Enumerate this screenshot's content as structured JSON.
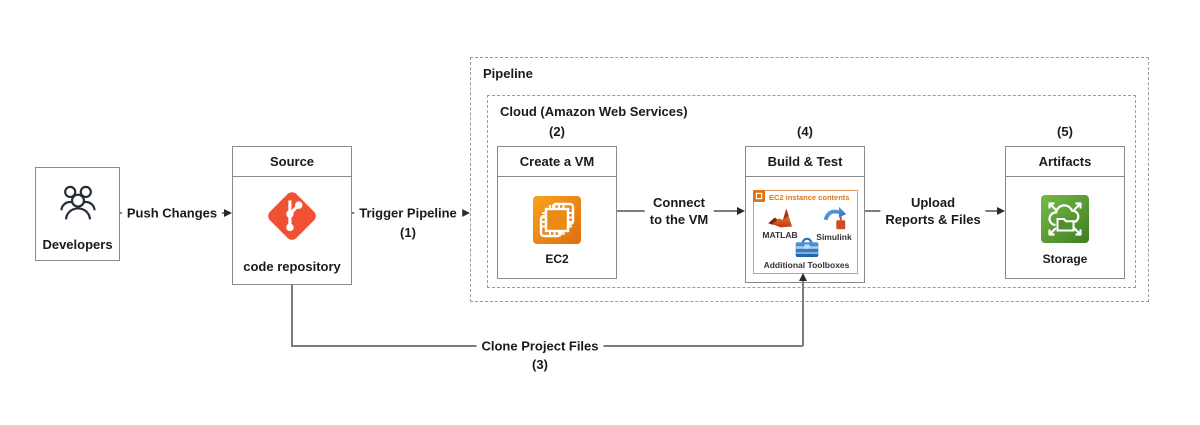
{
  "nodes": {
    "developers": {
      "label": "Developers"
    },
    "source": {
      "header": "Source",
      "label": "code repository"
    },
    "pipeline": {
      "label": "Pipeline"
    },
    "cloud": {
      "label": "Cloud (Amazon Web Services)"
    },
    "create_vm": {
      "step": "(2)",
      "header": "Create a VM",
      "icon_label": "EC2"
    },
    "build_test": {
      "step": "(4)",
      "header": "Build & Test",
      "contents_label": "EC2 instance contents",
      "items": [
        {
          "label": "MATLAB"
        },
        {
          "label": "Simulink"
        },
        {
          "label": "Additional Toolboxes"
        }
      ]
    },
    "artifacts": {
      "step": "(5)",
      "header": "Artifacts",
      "icon_label": "Storage"
    }
  },
  "edges": {
    "push_changes": {
      "label": "Push Changes"
    },
    "trigger_pipeline": {
      "label": "Trigger Pipeline",
      "step": "(1)"
    },
    "connect_vm": {
      "label_line1": "Connect",
      "label_line2": "to the VM"
    },
    "upload": {
      "label_line1": "Upload",
      "label_line2": "Reports & Files"
    },
    "clone": {
      "label": "Clone Project Files",
      "step": "(3)"
    }
  },
  "colors": {
    "git_orange": "#F05133",
    "aws_orange": "#E07213",
    "aws_orange_light": "#F8A21D",
    "aws_green": "#3F7E21",
    "aws_green_light": "#76B94A",
    "contents_border": "#E8965A",
    "matlab_red": "#C8371C",
    "simulink_blue": "#2E7CD6",
    "line_gray": "#7D7D7D",
    "text": "#1A1A1A"
  }
}
